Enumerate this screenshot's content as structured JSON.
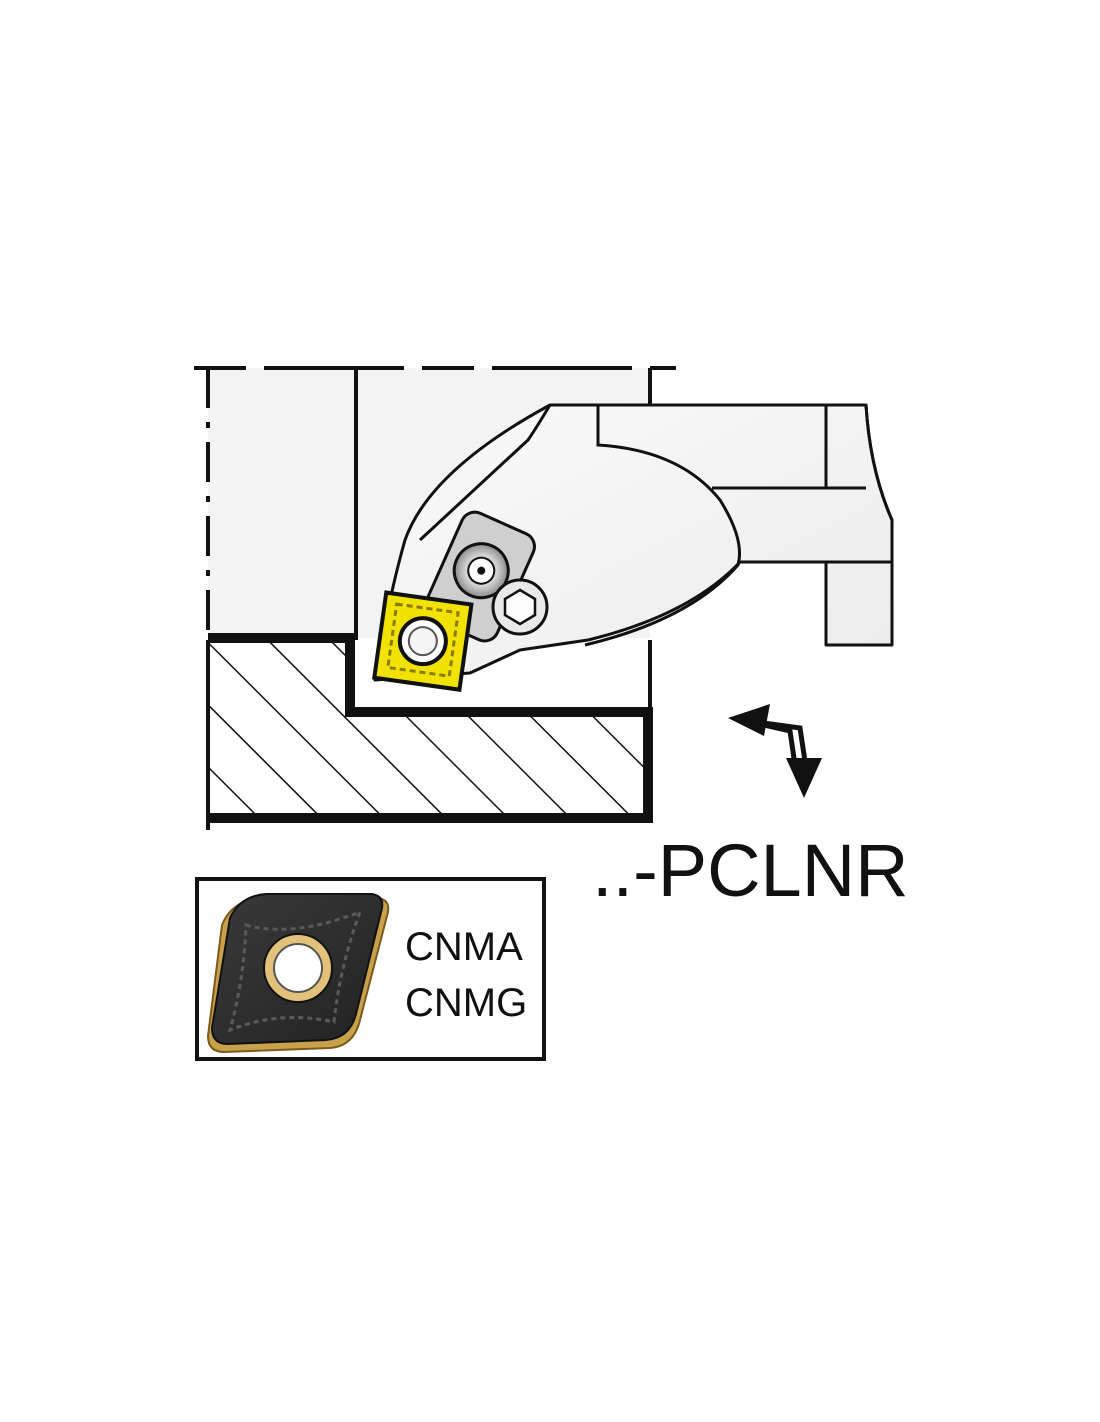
{
  "model_code": "..-PCLNR",
  "insert_types": [
    "CNMA",
    "CNMG"
  ],
  "colors": {
    "outline": "#111111",
    "holder_fill": "#f4f4f4",
    "insert_yellow": "#f2e200",
    "insert_dark": "#2e2e2e",
    "insert_gold": "#c9a14a"
  },
  "icons": {
    "feed_direction": "feed-direction-arrows-icon"
  }
}
